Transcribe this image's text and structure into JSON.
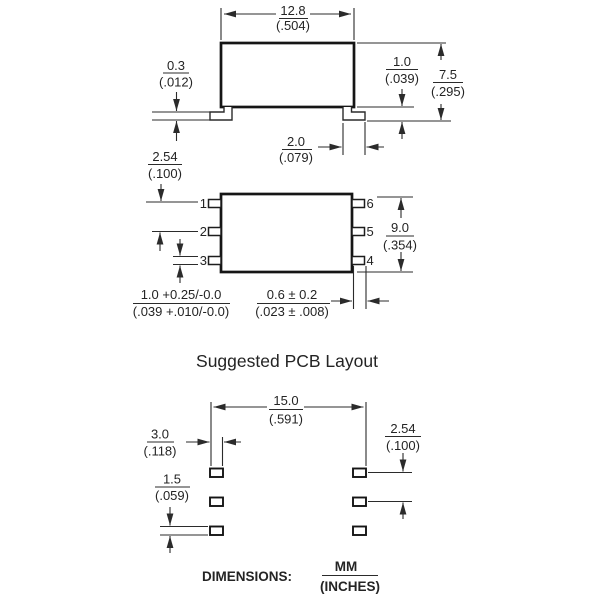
{
  "figures": {
    "side_view": {
      "dim_width_mm": "12.8",
      "dim_width_in": "(.504)",
      "dim_lead_thickness_mm": "0.3",
      "dim_lead_thickness_in": "(.012)",
      "dim_standoff_mm": "1.0",
      "dim_standoff_in": "(.039)",
      "dim_height_mm": "7.5",
      "dim_height_in": "(.295)",
      "dim_foot_mm": "2.0",
      "dim_foot_in": "(.079)",
      "dim_pitch_mm": "2.54",
      "dim_pitch_in": "(.100)"
    },
    "top_view": {
      "pin_labels_left": [
        "1",
        "2",
        "3"
      ],
      "pin_labels_right": [
        "6",
        "5",
        "4"
      ],
      "dim_body_mm": "9.0",
      "dim_body_in": "(.354)",
      "dim_lead_width_mm": "1.0 +0.25/-0.0",
      "dim_lead_width_in": "(.039 +.010/-0.0)",
      "dim_lead_thk_mm": "0.6 ± 0.2",
      "dim_lead_thk_in": "(.023 ± .008)"
    },
    "pcb": {
      "title": "Suggested PCB Layout",
      "dim_span_mm": "15.0",
      "dim_span_in": "(.591)",
      "dim_pad_w_mm": "3.0",
      "dim_pad_w_in": "(.118)",
      "dim_pitch_mm": "2.54",
      "dim_pitch_in": "(.100)",
      "dim_pad_h_mm": "1.5",
      "dim_pad_h_in": "(.059)"
    },
    "footer": {
      "label": "DIMENSIONS:",
      "unit_mm": "MM",
      "unit_in": "(INCHES)"
    }
  }
}
